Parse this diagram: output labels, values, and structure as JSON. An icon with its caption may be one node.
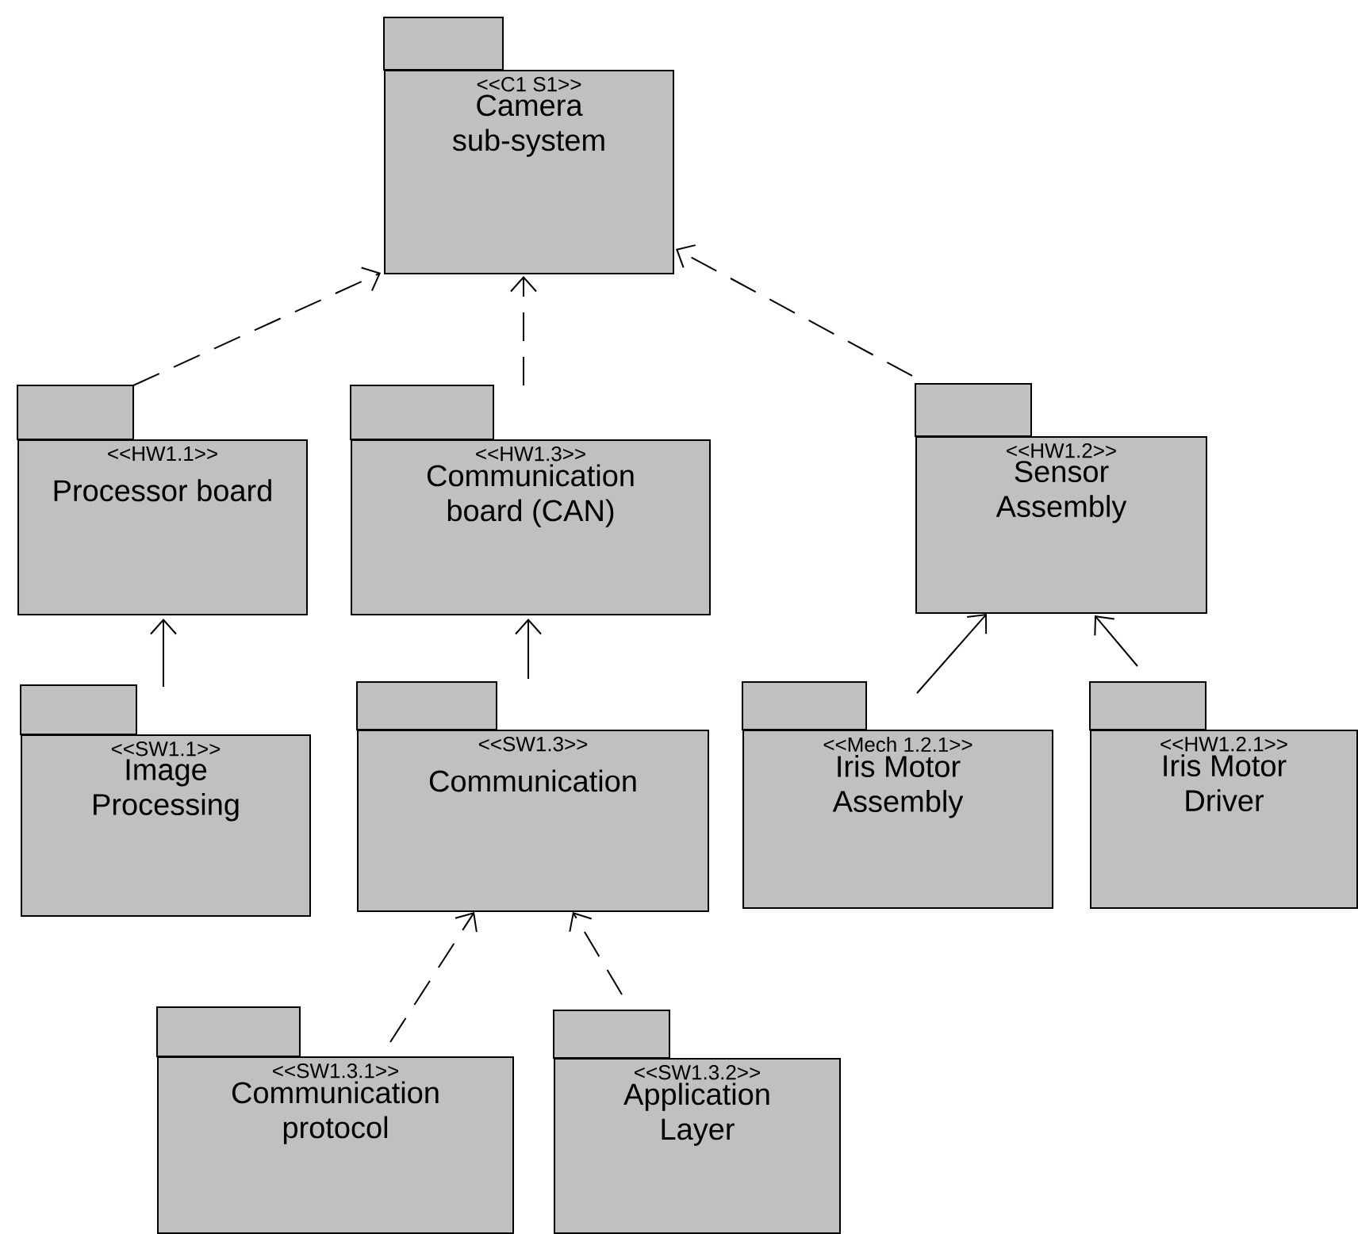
{
  "diagram": {
    "nodes": [
      {
        "text": [
          "<<C1 S1>>",
          "Camera sub-system"
        ]
      },
      {
        "text": [
          "<<HW1.1>>",
          "Processor board"
        ]
      },
      {
        "text": [
          "<<HW1.3>>",
          "Communication board (CAN)"
        ]
      },
      {
        "text": [
          "<<HW1.2>>",
          "Sensor Assembly"
        ]
      },
      {
        "text": [
          "<<SW1.1>>",
          "Image Processing"
        ]
      },
      {
        "text": [
          "<<SW1.3>>",
          "Communication"
        ]
      },
      {
        "text": [
          "<<Mech 1.2.1>>",
          "Iris Motor Assembly"
        ]
      },
      {
        "text": [
          "<<HW1.2.1>>",
          "Iris Motor Driver"
        ]
      },
      {
        "text": [
          "<<SW1.3.1>>",
          "Communication protocol"
        ]
      },
      {
        "text": [
          "<<SW1.3.2>>",
          "Application Layer"
        ]
      }
    ],
    "edges": [
      {
        "from": 1,
        "to": 0,
        "arrow": "to",
        "style": "dashed"
      },
      {
        "from": 2,
        "to": 0,
        "arrow": "to",
        "style": "dashed"
      },
      {
        "from": 3,
        "to": 0,
        "arrow": "to",
        "style": "dashed"
      },
      {
        "from": 4,
        "to": 1,
        "arrow": "to"
      },
      {
        "from": 5,
        "to": 2,
        "arrow": "to"
      },
      {
        "from": 6,
        "to": 3,
        "arrow": "to"
      },
      {
        "from": 7,
        "to": 3,
        "arrow": "to"
      },
      {
        "from": 8,
        "to": 5,
        "arrow": "to",
        "style": "dashed"
      },
      {
        "from": 9,
        "to": 5,
        "arrow": "to",
        "style": "dashed"
      }
    ]
  }
}
